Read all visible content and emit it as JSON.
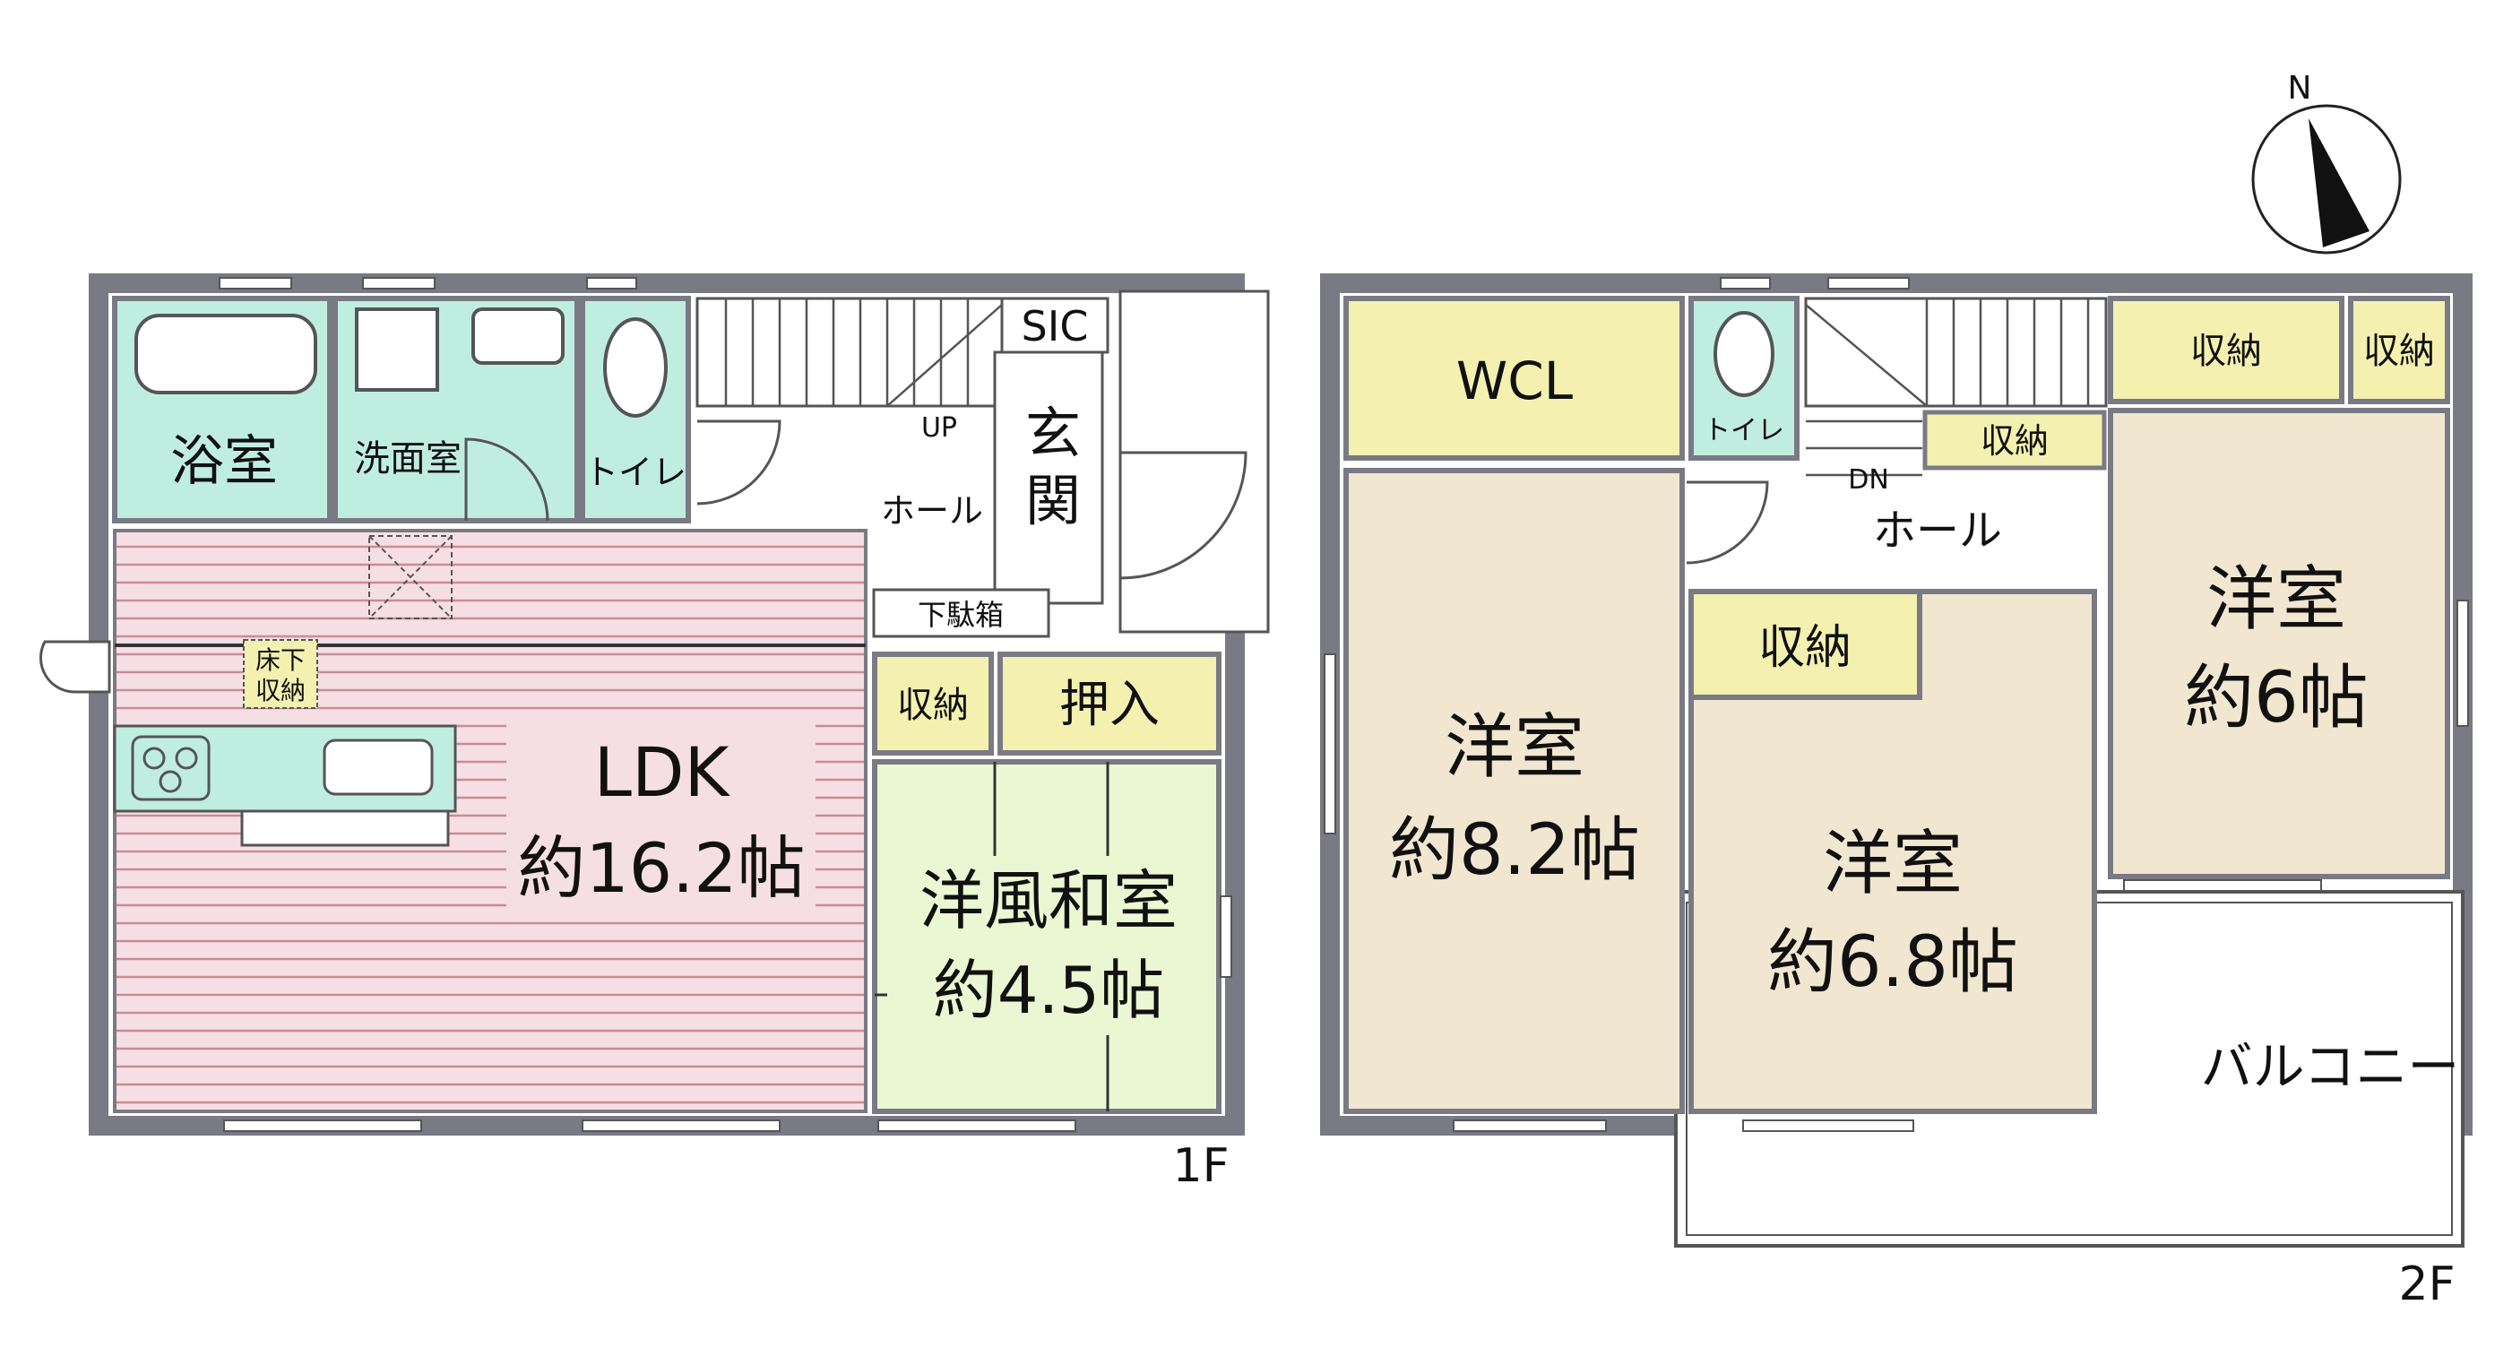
{
  "compass": {
    "north_label": "N"
  },
  "floors": [
    {
      "id": "1F",
      "label": "1F"
    },
    {
      "id": "2F",
      "label": "2F"
    }
  ],
  "rooms_1f": {
    "bath": "浴室",
    "washroom": "洗面室",
    "toilet": "トイレ",
    "hall": "ホール",
    "up": "UP",
    "sic": "SIC",
    "entrance": "玄関",
    "shoe_box": "下駄箱",
    "underfloor_storage_1": "床下",
    "underfloor_storage_2": "収納",
    "ldk_name": "LDK",
    "ldk_size": "約16.2帖",
    "storage": "収納",
    "closet": "押入",
    "japanese_room_name": "洋風和室",
    "japanese_room_size": "約4.5帖"
  },
  "rooms_2f": {
    "wcl": "WCL",
    "toilet": "トイレ",
    "storage_hall": "収納",
    "dn": "DN",
    "hall": "ホール",
    "storage_top_1": "収納",
    "storage_top_2": "収納",
    "room_a_name": "洋室",
    "room_a_size": "約8.2帖",
    "storage_mid": "収納",
    "room_b_name": "洋室",
    "room_b_size": "約6.8帖",
    "room_c_name": "洋室",
    "room_c_size": "約6帖",
    "balcony": "バルコニー"
  },
  "colors": {
    "wall": "#7a7a84",
    "ldk": "#f6dfe4",
    "ldk_stripe": "#c98b97",
    "wet": "#bfeee0",
    "storage": "#f4f0b0",
    "washitsu": "#eaf7d2",
    "yoshitsu": "#f1e6cf"
  }
}
